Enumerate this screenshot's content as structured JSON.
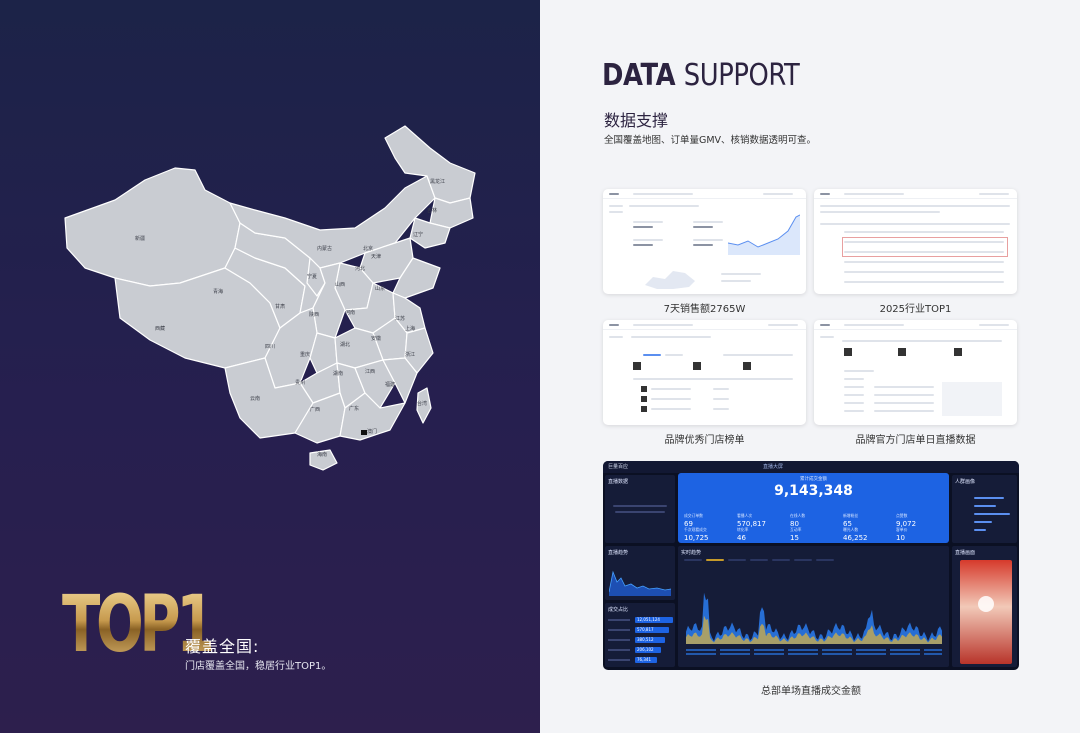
{
  "left": {
    "provinces": [
      "新疆",
      "西藏",
      "青海",
      "甘肃",
      "内蒙古",
      "黑龙江",
      "吉林",
      "辽宁",
      "河北",
      "北京",
      "天津",
      "山西",
      "陕西",
      "宁夏",
      "山东",
      "河南",
      "江苏",
      "安徽",
      "上海",
      "四川",
      "重庆",
      "湖北",
      "浙江",
      "贵州",
      "湖南",
      "江西",
      "福建",
      "云南",
      "广西",
      "广东",
      "台湾",
      "海南",
      "澳门"
    ],
    "top1_text": "TOP1",
    "coverage_title": "覆盖全国:",
    "coverage_desc": "门店覆盖全国，稳居行业TOP1。"
  },
  "header": {
    "title_bold": "DATA",
    "title_thin": "SUPPORT",
    "cn_title": "数据支撑",
    "description": "全国覆盖地图、订单量GMV、核销数据透明可查。"
  },
  "thumbnails": [
    {
      "caption": "7天销售额2765W"
    },
    {
      "caption": "2025行业TOP1"
    },
    {
      "caption": "品牌优秀门店榜单"
    },
    {
      "caption": "品牌官方门店单日直播数据"
    }
  ],
  "dashboard": {
    "app_title": "巨量百应",
    "center_title": "直播大屏",
    "kpi_label": "累计成交金额",
    "kpi_value": "9,143,348",
    "kpis": [
      {
        "label": "成交订单数",
        "value": "69"
      },
      {
        "label": "看播人次",
        "value": "570,817"
      },
      {
        "label": "在线人数",
        "value": "80"
      },
      {
        "label": "新增粉丝",
        "value": "65"
      },
      {
        "label": "点赞数",
        "value": "9,072"
      },
      {
        "label": "千次观看成交",
        "value": "10,725"
      },
      {
        "label": "转化率",
        "value": "46"
      },
      {
        "label": "互动率",
        "value": "15"
      },
      {
        "label": "曝光人数",
        "value": "46,252"
      },
      {
        "label": "客单价",
        "value": "10"
      }
    ],
    "left_panel_1": "直播数据",
    "left_panel_2": "直播趋势",
    "left_panel_3": "成交占比",
    "left_values": [
      "12,051,124",
      "570,817",
      "380,512",
      "206,102",
      "76,341"
    ],
    "trend_title": "实时趋势",
    "right_panel_1": "人群画像",
    "right_panel_2": "直播画面",
    "caption": "总部单场直播成交金额"
  },
  "colors": {
    "left_bg": "#221f4d",
    "accent_gold": "#d8b36a",
    "dash_blue": "#1d63e3",
    "chart_line": "#2a7df0"
  }
}
